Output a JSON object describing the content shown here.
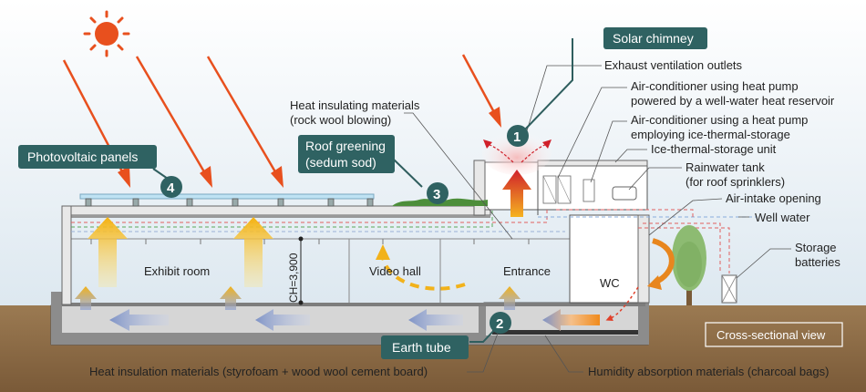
{
  "colors": {
    "tag_bg": "#2f6262",
    "ground": "#8a6a45",
    "sky_top": "#ffffff",
    "sky_bottom": "#dfe9f1",
    "sun": "#e8501e",
    "ray": "#e8501e",
    "warm_air": "#f2b21a",
    "cool_air": "#7f93c6",
    "hot_air": "#e0402a"
  },
  "callouts": {
    "solar_chimney": {
      "number": "1",
      "label": "Solar chimney"
    },
    "earth_tube": {
      "number": "2",
      "label": "Earth tube"
    },
    "roof_greening": {
      "number": "3",
      "label": "Roof greening",
      "label2": "(sedum sod)"
    },
    "photovoltaic": {
      "number": "4",
      "label": "Photovoltaic panels"
    }
  },
  "labels": {
    "exhaust": "Exhaust ventilation outlets",
    "ac_well_1": "Air-conditioner using heat pump",
    "ac_well_2": "powered by a well-water heat reservoir",
    "ac_ice_1": "Air-conditioner using a heat pump",
    "ac_ice_2": "employing ice-thermal-storage",
    "ice_unit": "Ice-thermal-storage unit",
    "rain_1": "Rainwater tank",
    "rain_2": "(for roof sprinklers)",
    "air_intake": "Air-intake opening",
    "well_water": "Well water",
    "storage_1": "Storage",
    "storage_2": "batteries",
    "insulating_1": "Heat insulating materials",
    "insulating_2": "(rock wool blowing)",
    "heat_insul_bottom": "Heat insulation materials (styrofoam + wood wool cement board)",
    "humidity": "Humidity absorption materials (charcoal bags)",
    "view": "Cross-sectional view"
  },
  "rooms": {
    "exhibit": "Exhibit room",
    "video": "Video hall",
    "entrance": "Entrance",
    "wc": "WC",
    "ceiling_height": "CH=3,900"
  }
}
